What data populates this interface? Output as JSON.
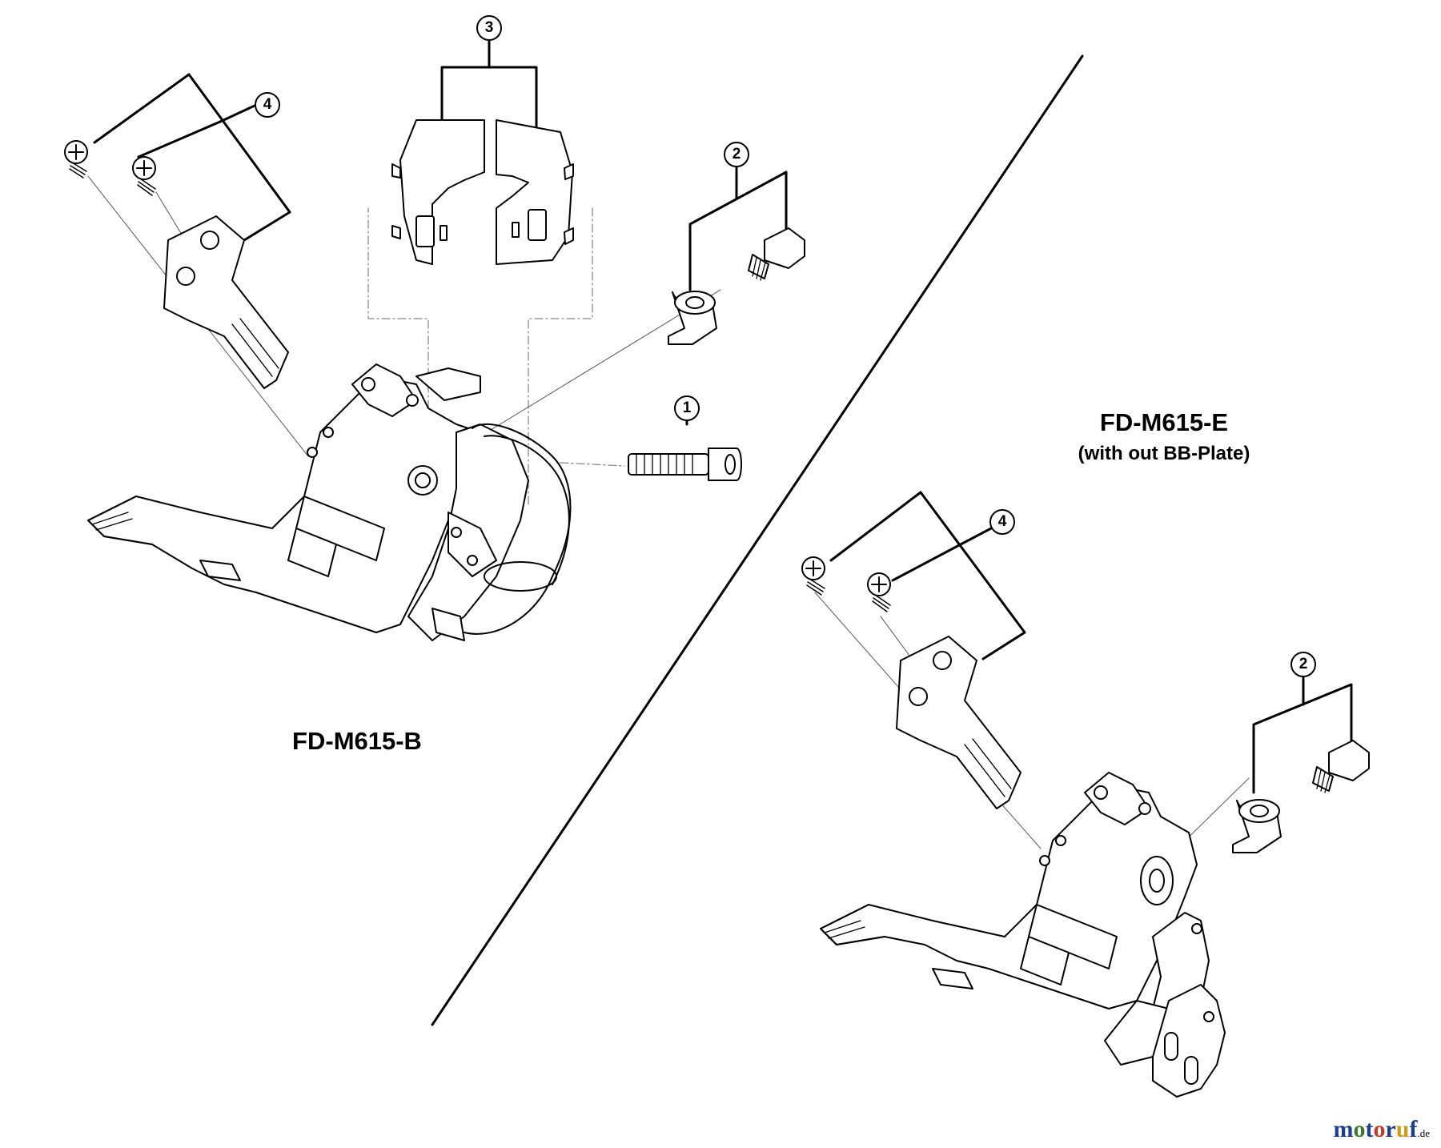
{
  "labels": {
    "left_model": "FD-M615-B",
    "right_model": "FD-M615-E",
    "right_note": "(with out BB-Plate)"
  },
  "callouts": {
    "c1": "1",
    "c2_left": "2",
    "c2_right": "2",
    "c3": "3",
    "c4_left": "4",
    "c4_right": "4"
  },
  "watermark": {
    "name": "motoruf",
    "tld": ".de",
    "colors": {
      "m": "#1d3d8f",
      "o1": "#3b7a2a",
      "t": "#1d3d8f",
      "o2": "#c23a2b",
      "r": "#1d3d8f",
      "u": "#d29a1c",
      "f": "#1d3d8f"
    }
  }
}
